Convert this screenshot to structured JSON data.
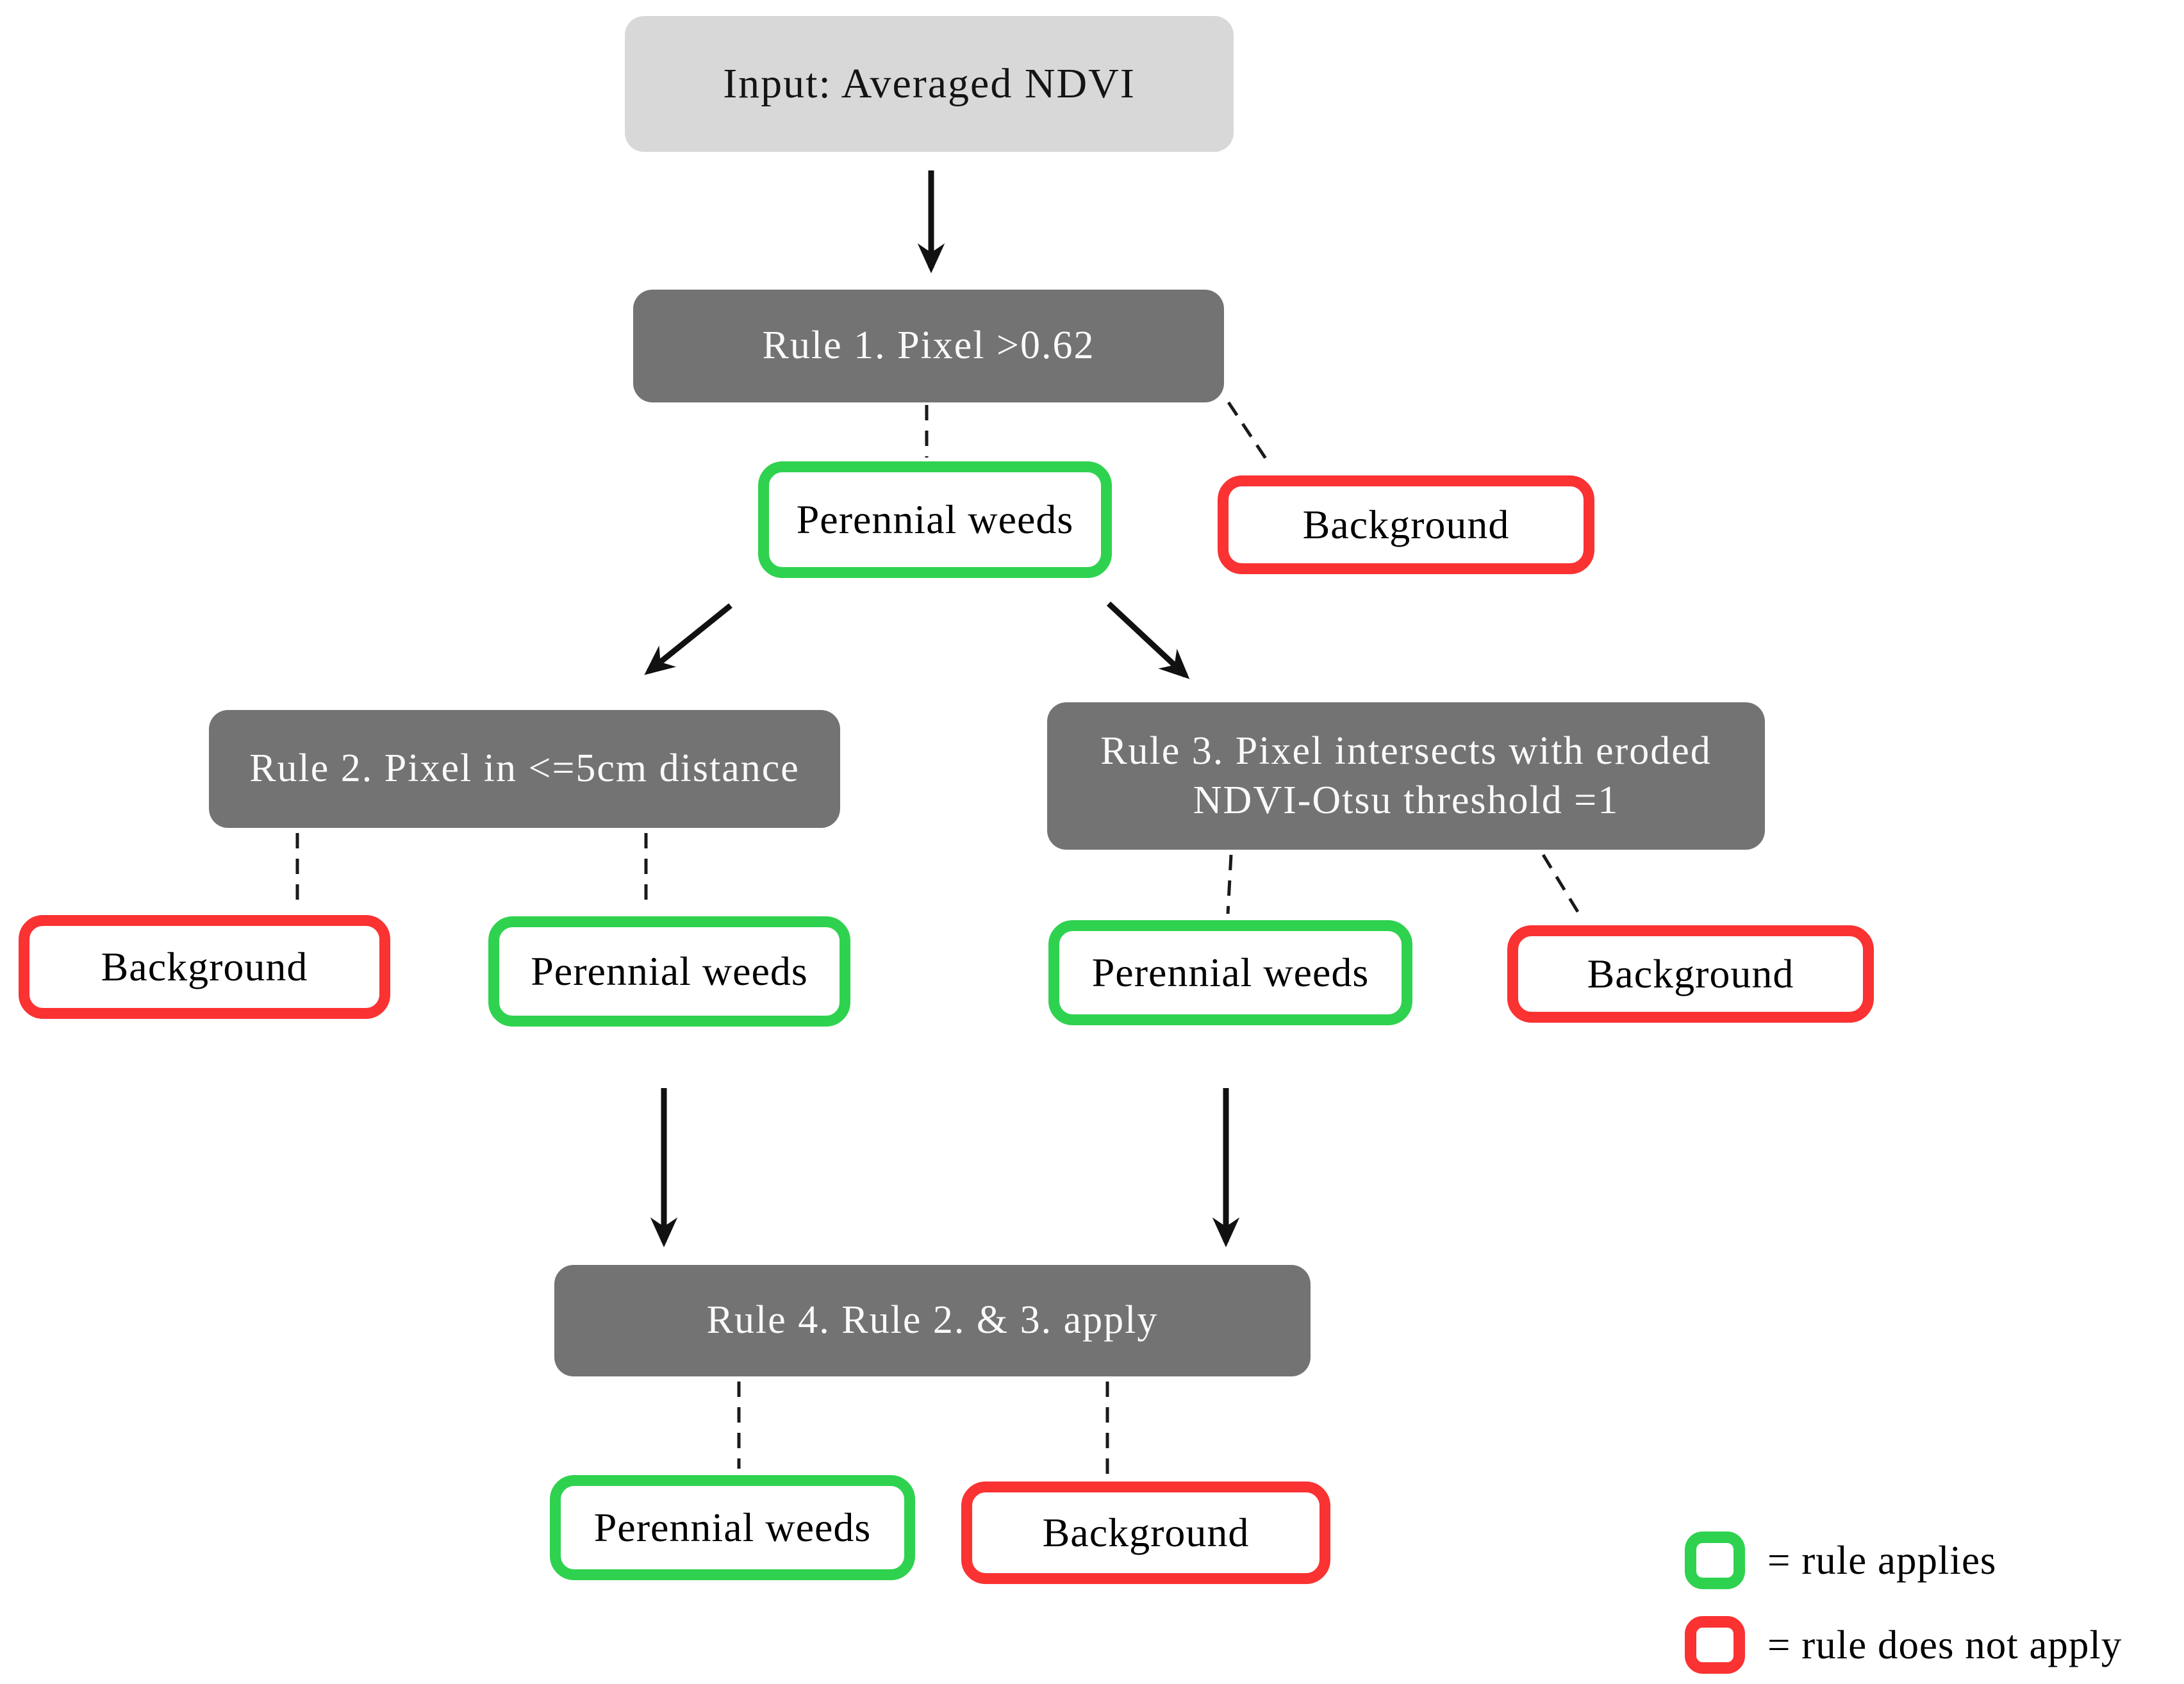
{
  "nodes": {
    "input": {
      "label": "Input: Averaged NDVI"
    },
    "rule1": {
      "label": "Rule 1. Pixel >0.62"
    },
    "rule2": {
      "label": "Rule 2. Pixel in <=5cm distance"
    },
    "rule3": {
      "line1": "Rule 3. Pixel intersects with eroded",
      "line2": "NDVI-Otsu threshold =1"
    },
    "rule4": {
      "label": "Rule 4. Rule 2. & 3. apply"
    },
    "outcomes": {
      "rule1_weeds": {
        "label": "Perennial weeds",
        "status": "applies"
      },
      "rule1_background": {
        "label": "Background",
        "status": "not-applies"
      },
      "rule2_background": {
        "label": "Background",
        "status": "not-applies"
      },
      "rule2_weeds": {
        "label": "Perennial weeds",
        "status": "applies"
      },
      "rule3_weeds": {
        "label": "Perennial weeds",
        "status": "applies"
      },
      "rule3_background": {
        "label": "Background",
        "status": "not-applies"
      },
      "rule4_weeds": {
        "label": "Perennial weeds",
        "status": "applies"
      },
      "rule4_background": {
        "label": "Background",
        "status": "not-applies"
      }
    }
  },
  "legend": {
    "applies": "= rule applies",
    "does_not_apply": "= rule does not apply"
  },
  "colors": {
    "rule-applies": "#2fd24f",
    "rule-not-applies": "#fa3232",
    "rule-box": "#737373",
    "input-box": "#d8d8d8"
  }
}
